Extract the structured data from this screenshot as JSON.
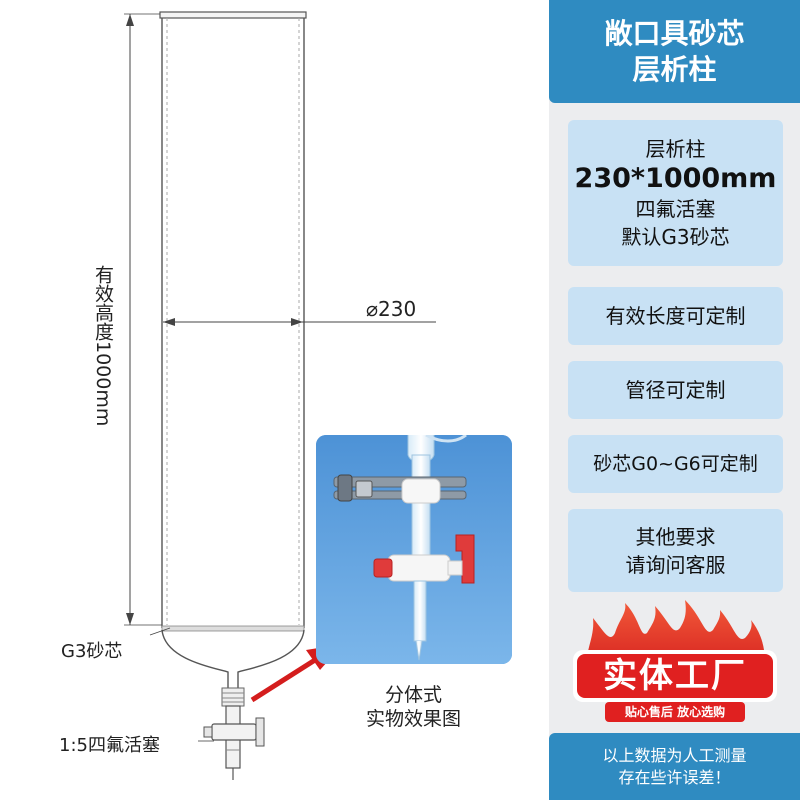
{
  "header": {
    "title_line1": "敞口具砂芯",
    "title_line2": "层析柱"
  },
  "specs": {
    "main": {
      "line1": "层析柱",
      "line2": "230*1000mm",
      "line3": "四氟活塞",
      "line4": "默认G3砂芯"
    },
    "items": [
      "有效长度可定制",
      "管径可定制",
      "砂芯G0~G6可定制",
      "其他要求\n请询问客服"
    ],
    "item5_line1": "其他要求",
    "item5_line2": "请询问客服"
  },
  "badge": {
    "main": "实体工厂",
    "sub": "贴心售后 放心选购"
  },
  "notice": {
    "line1": "以上数据为人工测量",
    "line2": "存在些许误差！"
  },
  "diagram": {
    "height_label": "有效高度1000mm",
    "diameter_label": "⌀230",
    "frit_label": "G3砂芯",
    "stopcock_label": "1:5四氟活塞"
  },
  "photo_caption": {
    "line1": "分体式",
    "line2": "实物效果图"
  },
  "colors": {
    "accent_blue": "#2f8bc1",
    "light_blue": "#c8e1f4",
    "panel_gray": "#ecedef",
    "badge_red": "#e02020",
    "arrow_red": "#d41d1d"
  }
}
